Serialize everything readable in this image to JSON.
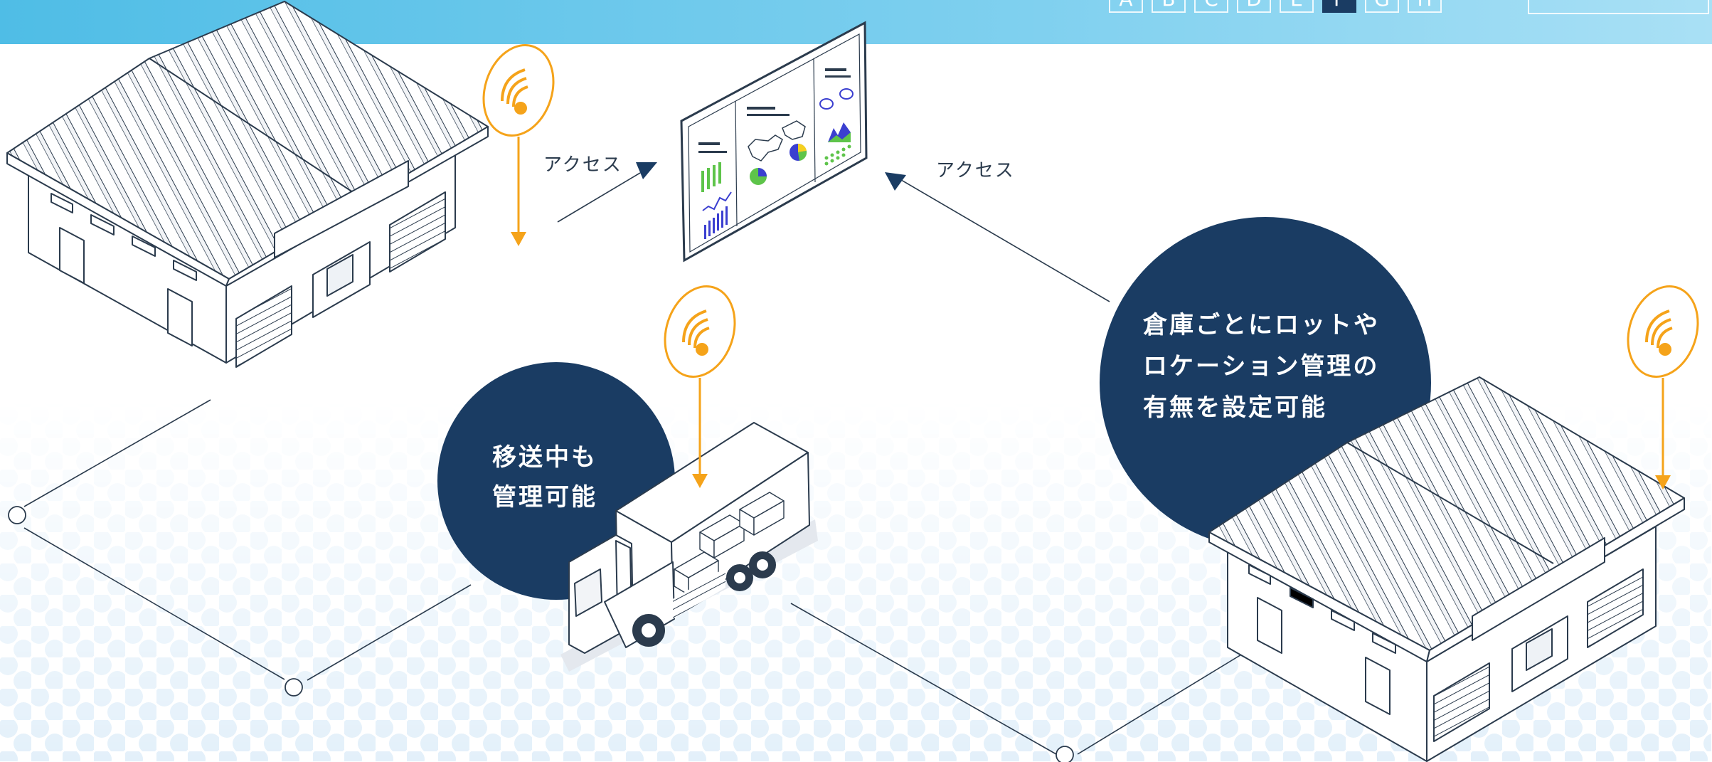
{
  "step_nav": {
    "steps": [
      "A",
      "B",
      "C",
      "D",
      "E",
      "F",
      "G",
      "H"
    ],
    "active_step": "F"
  },
  "scene": {
    "access_label_left": "アクセス",
    "access_label_right": "アクセス",
    "transit_bubble": {
      "lines": [
        "移送中も",
        "管理可能"
      ]
    },
    "warehouse_bubble": {
      "lines": [
        "倉庫ごとにロットや",
        "ロケーション管理の",
        "有無を設定可能"
      ]
    }
  },
  "colors": {
    "header_start": "#4fbde6",
    "header_end": "#a9e0f5",
    "navy": "#1a3c63",
    "signal_orange": "#f5a31a",
    "line_gray": "#2b3b4d",
    "dot_pattern": "#e3f0fa"
  },
  "icons": [
    "wireless-signal-icon",
    "warehouse-illustration",
    "truck-illustration",
    "dashboard-monitor-illustration"
  ]
}
